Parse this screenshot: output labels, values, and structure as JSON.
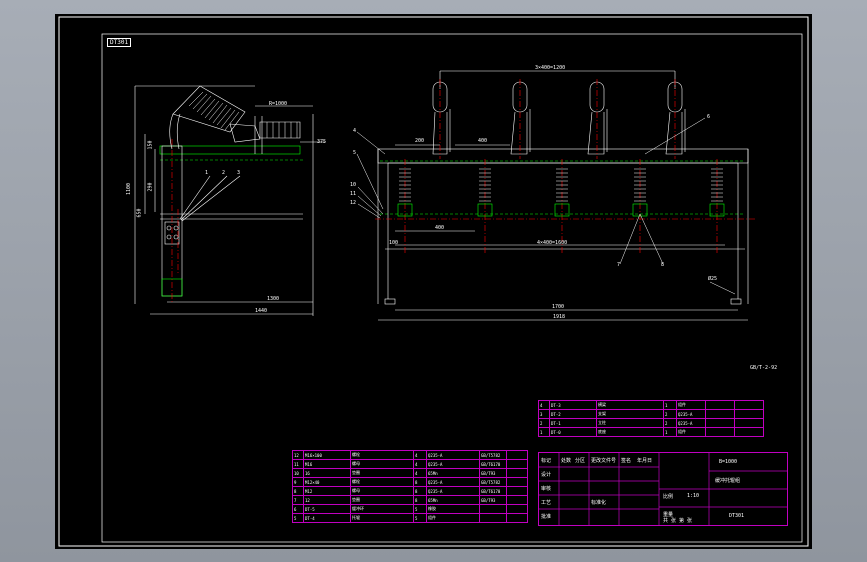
{
  "sheet": {
    "code": "DT301",
    "ref_mark": "GB/T-2-92"
  },
  "dims": {
    "side_top": "R=1000",
    "side_right": "375",
    "side_left_150": "150",
    "side_left_290": "290",
    "side_height_1100": "1100",
    "side_650": "650",
    "side_1300": "1300",
    "side_1440": "1440",
    "front_top_span": "3×400=1200",
    "front_200": "200",
    "front_400a": "400",
    "front_400b": "400",
    "front_bottom_span": "4×400=1600",
    "front_1700": "1700",
    "front_1918": "1918",
    "front_dia": "Ø25",
    "front_100": "100"
  },
  "callouts": {
    "side": [
      "1",
      "2",
      "3"
    ],
    "front_left": [
      "4",
      "5",
      "10",
      "11",
      "12"
    ],
    "front_right": [
      "6",
      "7",
      "8"
    ]
  },
  "parts_table": [
    [
      "12",
      "M16×100",
      "螺栓",
      "4",
      "Q235-A",
      "GB/T5782",
      ""
    ],
    [
      "11",
      "M16",
      "螺母",
      "4",
      "Q235-A",
      "GB/T6170",
      ""
    ],
    [
      "10",
      "16",
      "垫圈",
      "4",
      "65Mn",
      "GB/T93",
      ""
    ],
    [
      "9",
      "M12×40",
      "螺栓",
      "8",
      "Q235-A",
      "GB/T5782",
      ""
    ],
    [
      "8",
      "M12",
      "螺母",
      "8",
      "Q235-A",
      "GB/T6170",
      ""
    ],
    [
      "7",
      "12",
      "垫圈",
      "8",
      "65Mn",
      "GB/T93",
      ""
    ],
    [
      "6",
      "DT-5",
      "缓冲环",
      "5",
      "橡胶",
      "",
      ""
    ],
    [
      "5",
      "DT-4",
      "托辊",
      "5",
      "组件",
      "",
      ""
    ]
  ],
  "bom_table": [
    [
      "4",
      "DT-3",
      "横梁",
      "1",
      "组件",
      "",
      ""
    ],
    [
      "3",
      "DT-2",
      "支架",
      "2",
      "Q235-A",
      "",
      ""
    ],
    [
      "2",
      "DT-1",
      "立柱",
      "2",
      "Q235-A",
      "",
      ""
    ],
    [
      "1",
      "DT-0",
      "底座",
      "1",
      "组件",
      "",
      ""
    ]
  ],
  "title_block": {
    "label_row": [
      "标记",
      "处数",
      "分区",
      "更改文件号",
      "签名",
      "年月日"
    ],
    "roles": [
      "设计",
      "审核",
      "工艺",
      "标准化",
      "批准"
    ],
    "company": "B=1000",
    "drawing_name": "缓冲托辊组",
    "drawing_no": "DT301",
    "scale_label": "比例",
    "scale": "1:10",
    "weight_label": "重量",
    "sheet_label": "共 张 第 张"
  }
}
